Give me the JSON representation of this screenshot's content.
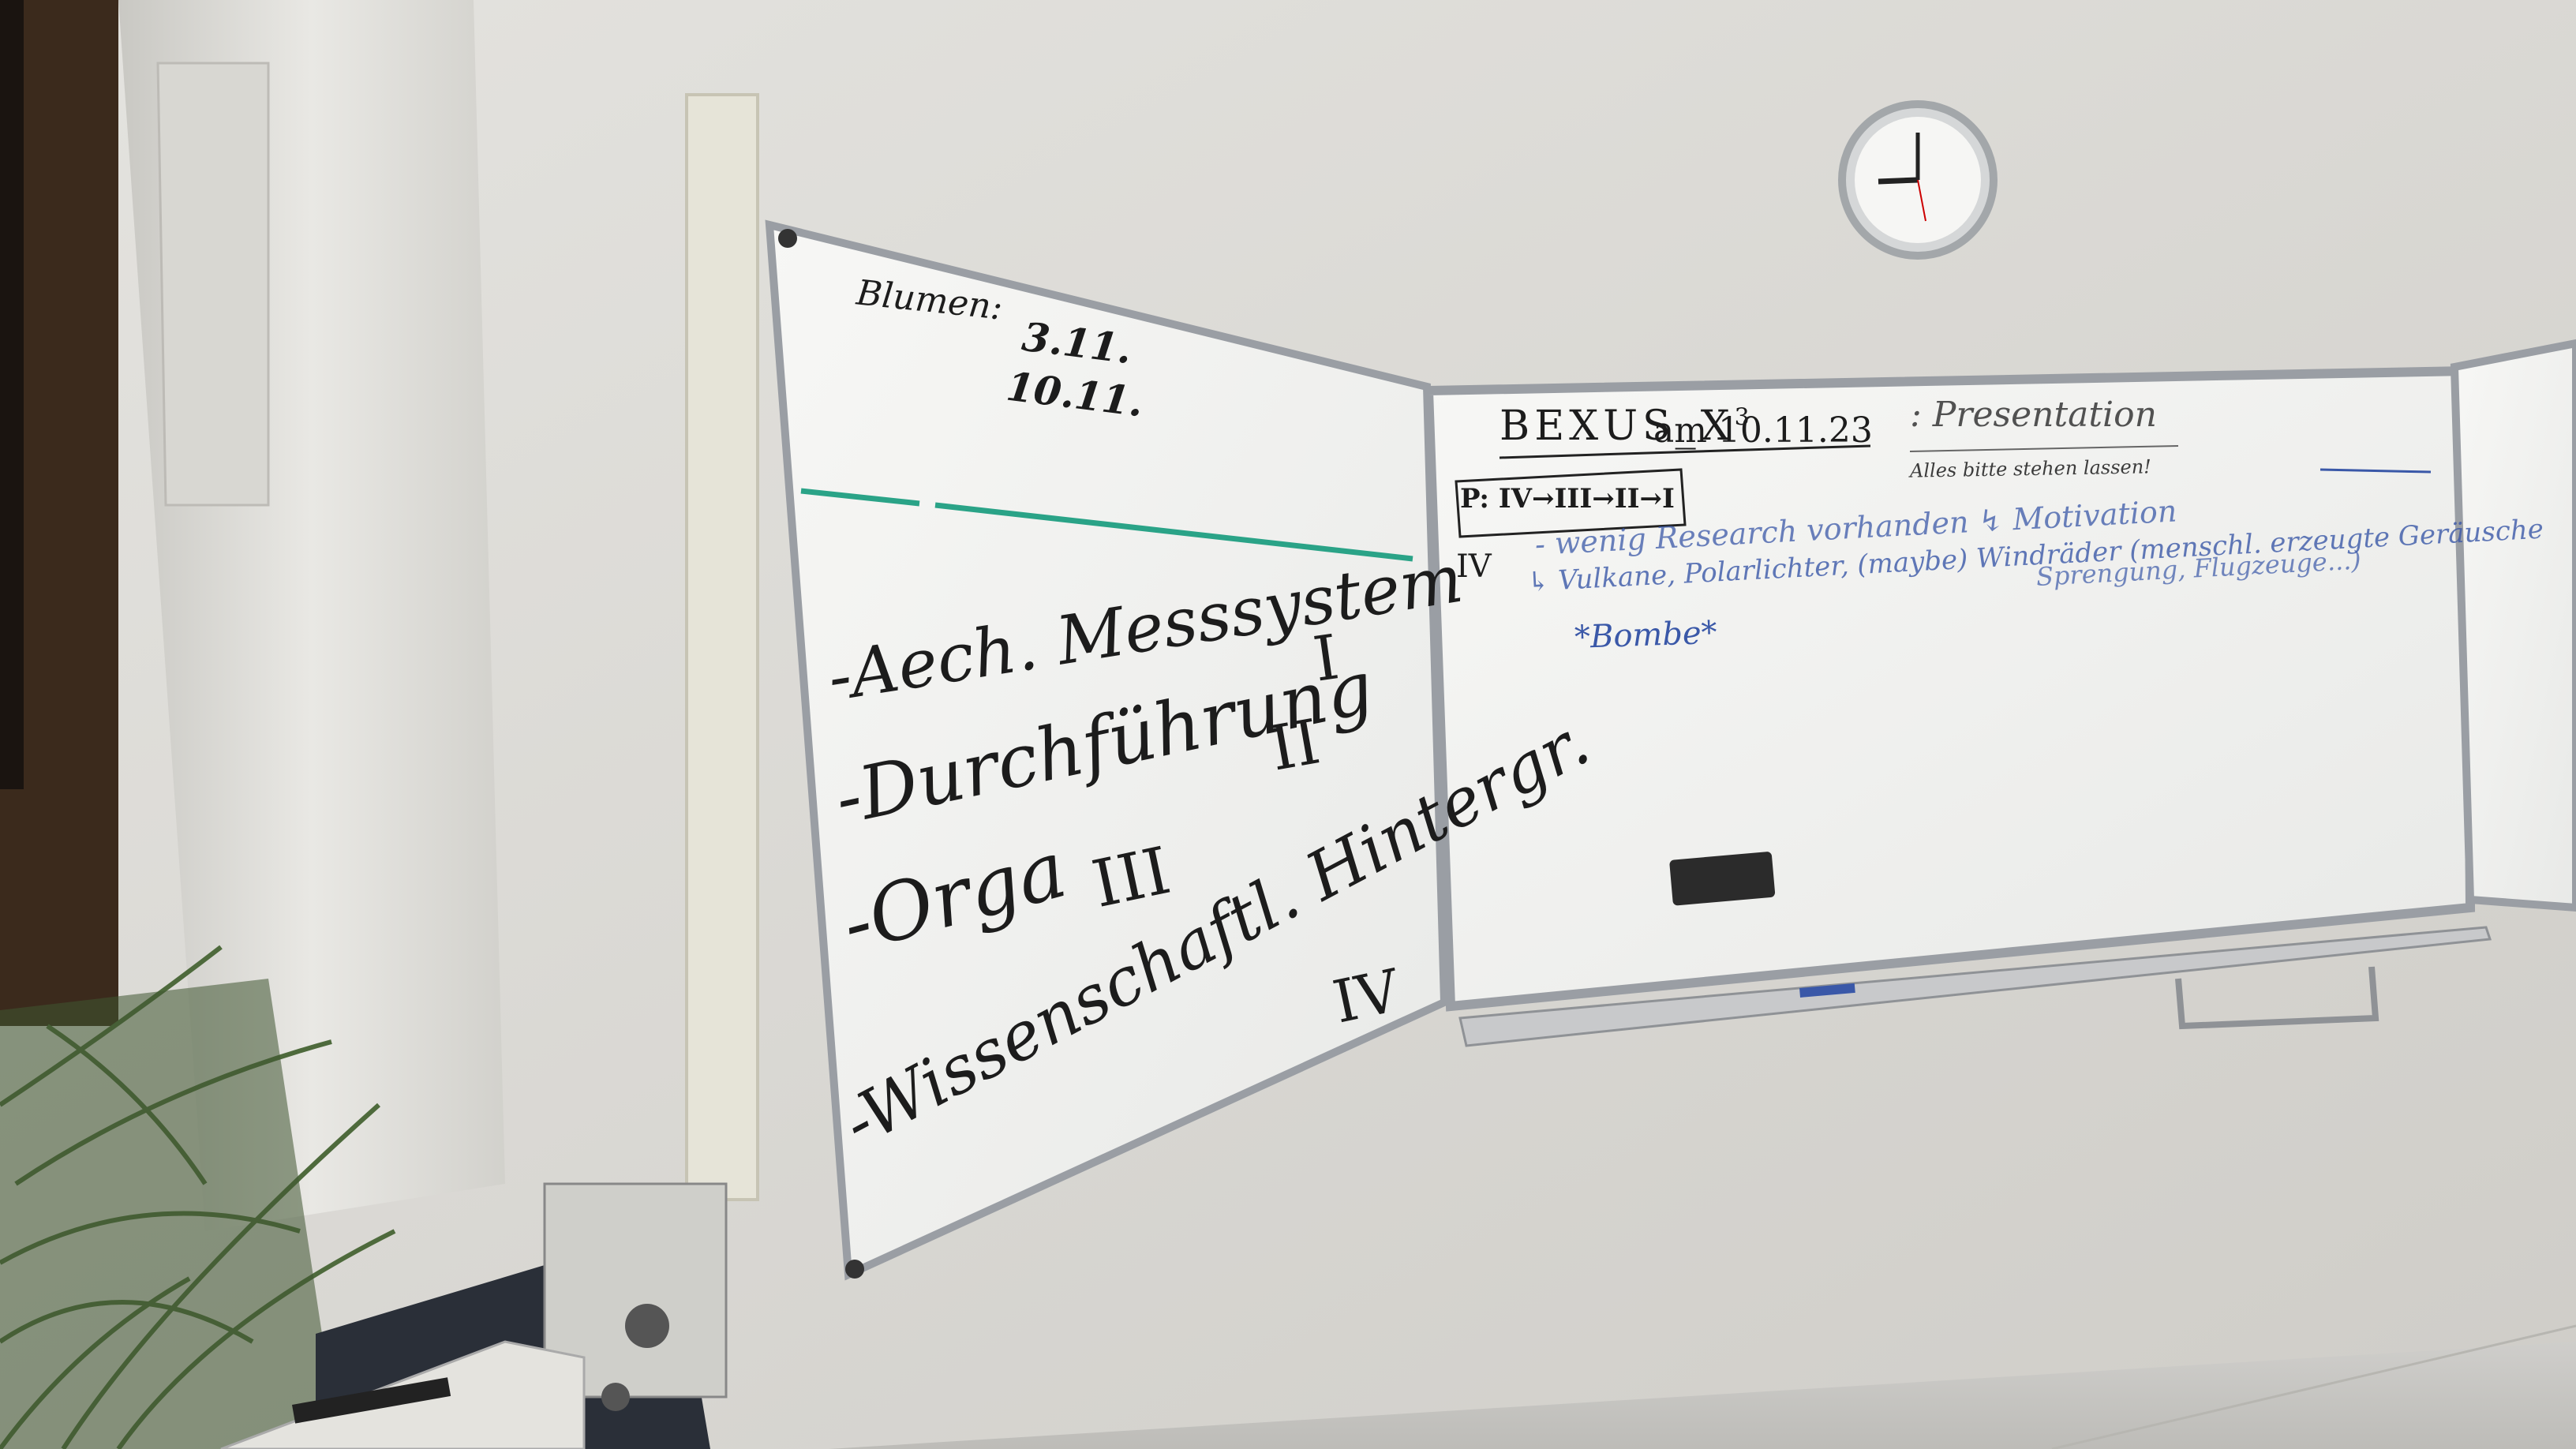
{
  "left_board": {
    "header_label": "Blumen:",
    "dates": [
      "3.11.",
      "10.11."
    ],
    "items": [
      {
        "text": "-Aech. Messsystem",
        "numeral": "I"
      },
      {
        "text": "-Durchführung",
        "numeral": "II"
      },
      {
        "text": "-Orga",
        "numeral": "III"
      },
      {
        "text": "-Wissenschaftl. Hintergr.",
        "numeral": "IV"
      }
    ]
  },
  "center_board": {
    "title": "BEXUS_X",
    "title_superscript": "3",
    "title_date": "am 10.11.23",
    "presentation_label": ": Presentation",
    "presentation_note": "Alles bitte stehen lassen!",
    "order_box": "P: IV→III→II→I",
    "section_numeral": "IV",
    "notes": [
      "- wenig Research vorhanden ↯ Motivation",
      "↳ Vulkane, Polarlichter, (maybe) Windräder (menschl. erzeugte Geräusche",
      "Sprengung, Flugzeuge...)",
      "*Bombe*"
    ]
  },
  "colors": {
    "wall": "#dcdbd7",
    "board": "#f4f4f2",
    "marker_black": "#1c1c1c",
    "marker_blue": "#3a58a8",
    "marker_green": "#2aa387",
    "frame": "#9a9ea4"
  }
}
